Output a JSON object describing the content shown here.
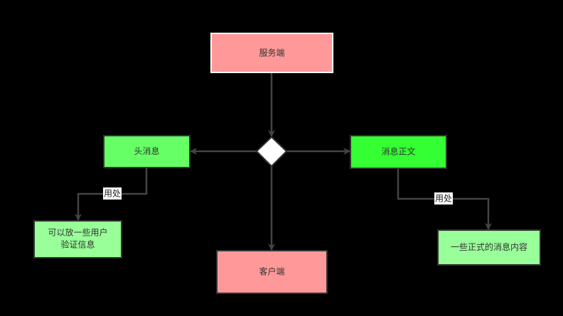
{
  "nodes": {
    "server": {
      "label": "服务端",
      "fill": "#ff9999"
    },
    "header": {
      "label": "头消息",
      "fill": "#66ff66"
    },
    "body": {
      "label": "消息正文",
      "fill": "#33ff33"
    },
    "header_use": {
      "line1": "可以放一些用户",
      "line2": "验证信息",
      "fill": "#99ff99"
    },
    "client": {
      "label": "客户端",
      "fill": "#ff9999"
    },
    "body_use": {
      "label": "一些正式的消息内容",
      "fill": "#99ff99"
    }
  },
  "edges": {
    "header_use_label": "用处",
    "body_use_label": "用处"
  }
}
